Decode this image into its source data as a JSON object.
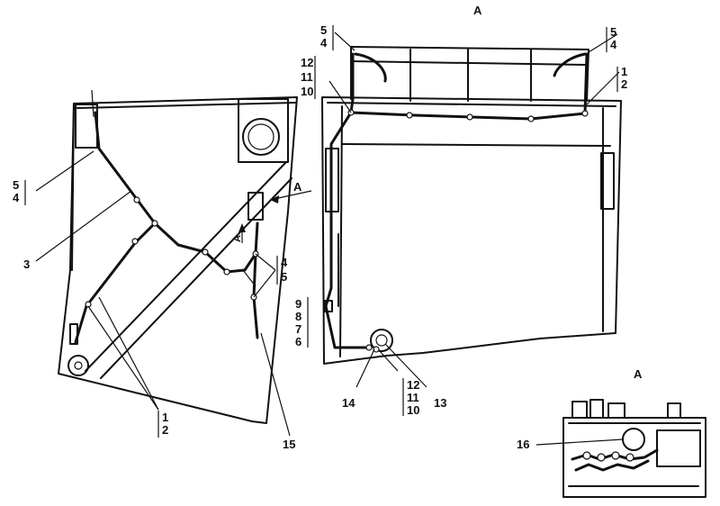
{
  "view_label_top": "А",
  "view_label_inset": "А",
  "arrow_label": "А",
  "arrow_label_vertical": "А",
  "callouts": {
    "left_5_4": [
      "5",
      "4"
    ],
    "left_3": "3",
    "left_1_2": [
      "1",
      "2"
    ],
    "left_15": "15",
    "left_4_5": [
      "4",
      "5"
    ],
    "mid_5_4": [
      "5",
      "4"
    ],
    "mid_12_11_10": [
      "12",
      "11",
      "10"
    ],
    "mid_9_8_7_6": [
      "9",
      "8",
      "7",
      "6"
    ],
    "mid_14": "14",
    "mid_12_11_10_bottom": [
      "12",
      "11",
      "10"
    ],
    "mid_13": "13",
    "right_5_4": [
      "5",
      "4"
    ],
    "right_1_2": [
      "1",
      "2"
    ],
    "inset_16": "16"
  }
}
